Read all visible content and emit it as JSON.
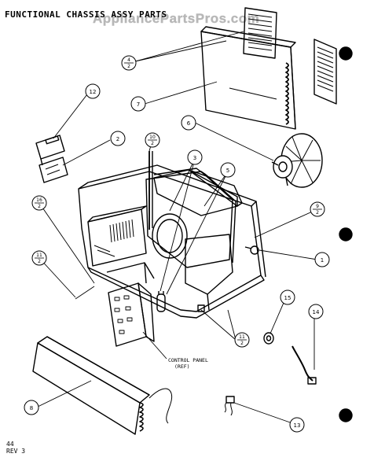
{
  "title": "FUNCTIONAL CHASSIS ASSY PARTS",
  "watermark": "AppliancePartsPros.com",
  "footer": {
    "page": "44",
    "rev": "REV 3"
  },
  "control_panel_label": {
    "line1": "CONTROL PANEL",
    "line2": "(REF)"
  },
  "callouts": {
    "c12": "12",
    "c2": "2",
    "c16": {
      "num": "16",
      "den": "2"
    },
    "c10": {
      "num": "10",
      "den": "2"
    },
    "c3": "3",
    "c5": "5",
    "c6": "6",
    "c7": "7",
    "c4": {
      "num": "4",
      "den": "2"
    },
    "c9": {
      "num": "9",
      "den": "2"
    },
    "c1": "1",
    "c15": "15",
    "c14": "14",
    "c11a": {
      "num": "11",
      "den": "2"
    },
    "c11b": {
      "num": "11",
      "den": "2"
    },
    "c8": "8",
    "c13": "13"
  }
}
